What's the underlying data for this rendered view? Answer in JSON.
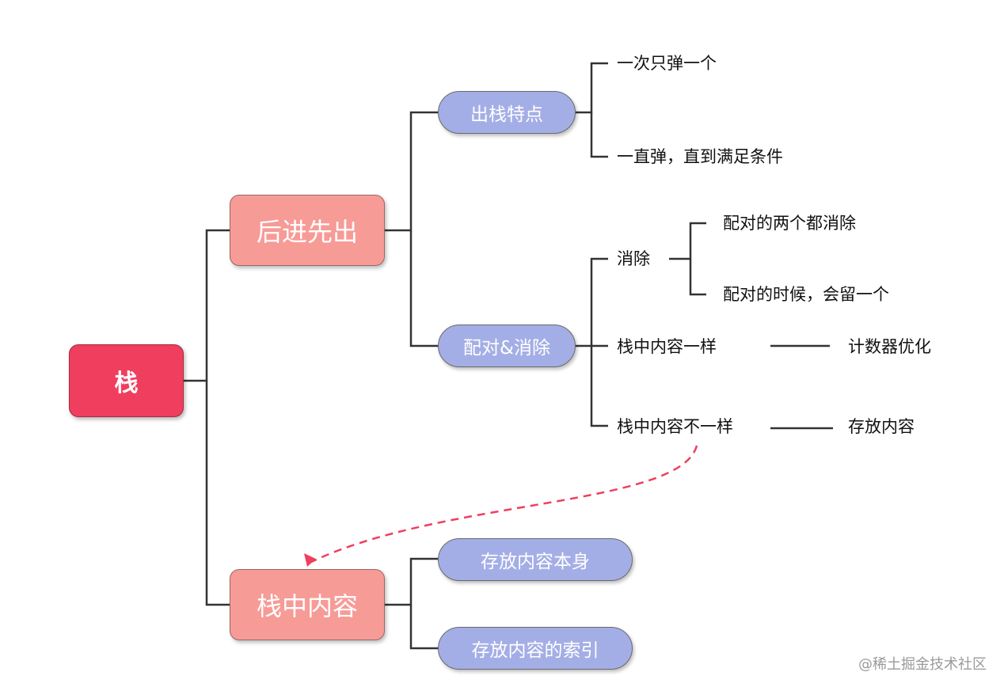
{
  "root": {
    "label": "栈"
  },
  "branch_lifo": {
    "label": "后进先出",
    "children": {
      "pop_traits": {
        "label": "出栈特点",
        "leaves": [
          "一次只弹一个",
          "一直弹，直到满足条件"
        ]
      },
      "match_eliminate": {
        "label": "配对&消除",
        "eliminate": {
          "label": "消除",
          "leaves": [
            "配对的两个都消除",
            "配对的时候，会留一个"
          ]
        },
        "same_content": {
          "label": "栈中内容一样",
          "result": "计数器优化"
        },
        "diff_content": {
          "label": "栈中内容不一样",
          "result": "存放内容"
        }
      }
    }
  },
  "branch_content": {
    "label": "栈中内容",
    "children": [
      "存放内容本身",
      "存放内容的索引"
    ]
  },
  "watermark": "@稀土掘金技术社区",
  "colors": {
    "root": "#f03e5e",
    "level1": "#f79b97",
    "level2": "#a4aee6",
    "connector": "#333333",
    "dashed_arrow": "#f03e5e"
  }
}
